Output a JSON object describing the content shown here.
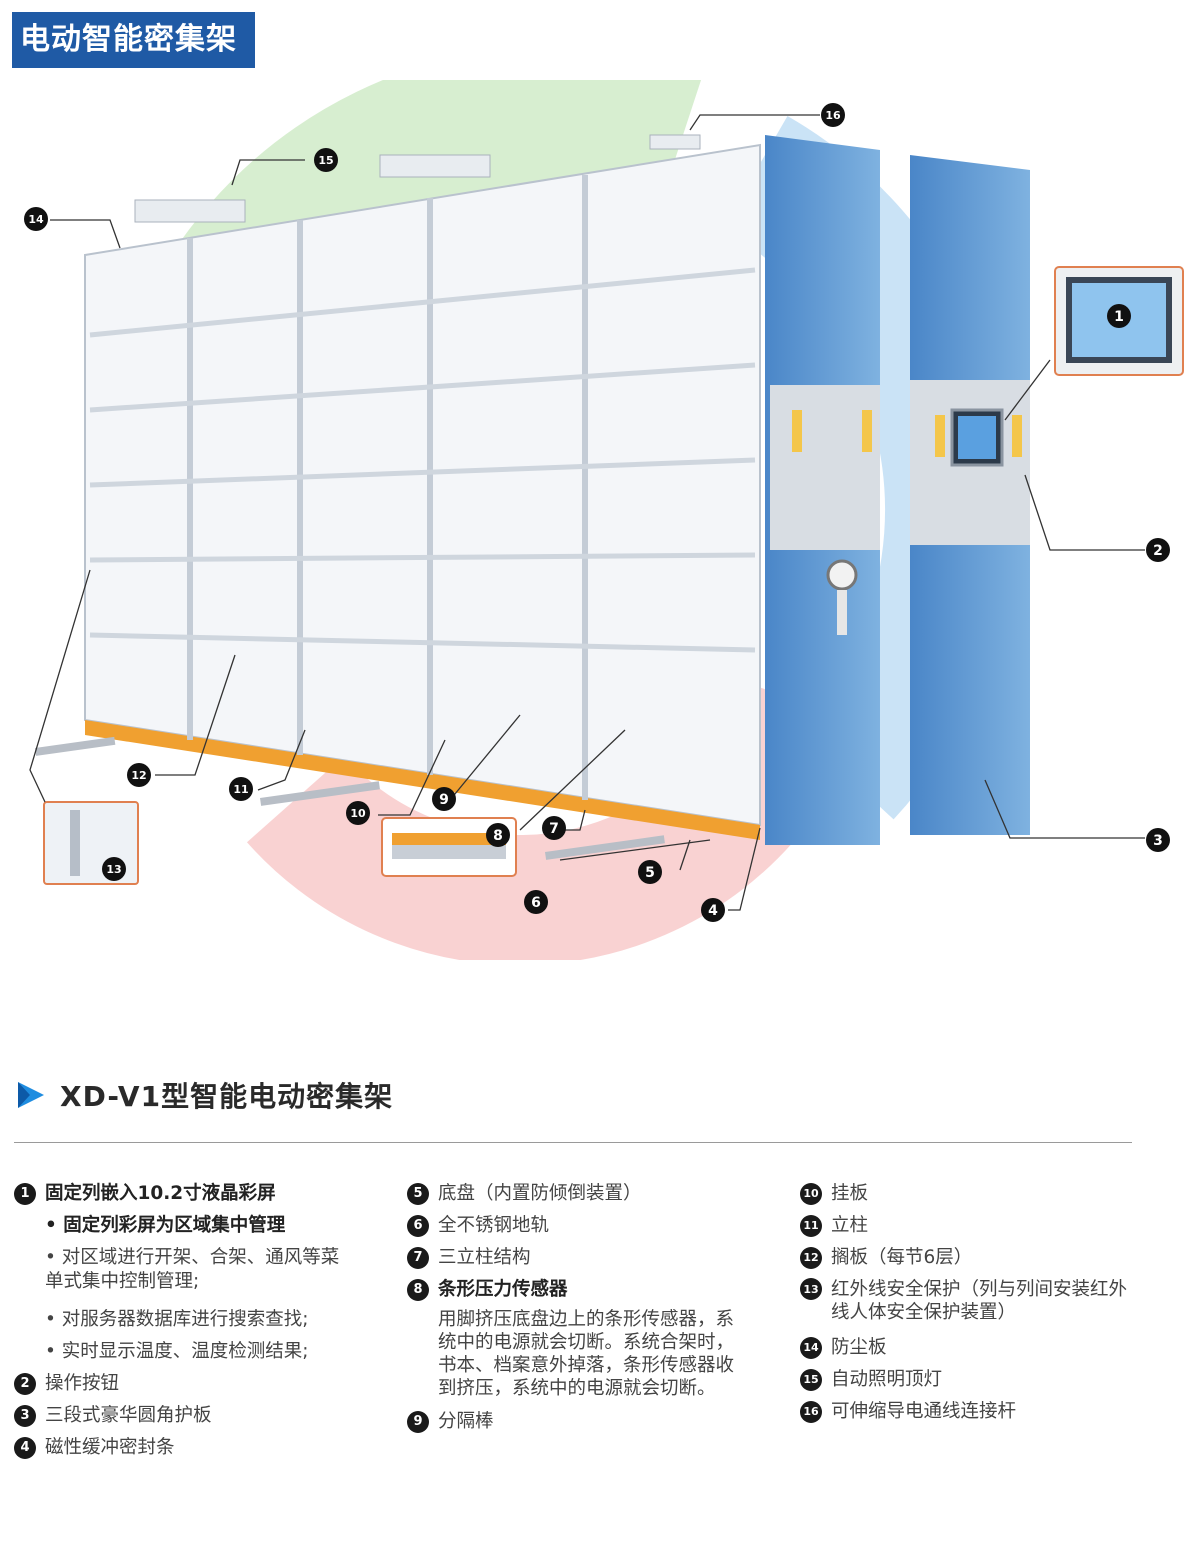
{
  "banner": {
    "title": "电动智能密集架"
  },
  "illustration": {
    "callouts": [
      "1",
      "2",
      "3",
      "4",
      "5",
      "6",
      "7",
      "8",
      "9",
      "10",
      "11",
      "12",
      "13",
      "14",
      "15",
      "16"
    ]
  },
  "section": {
    "title": "XD-V1型智能电动密集架"
  },
  "col1": {
    "i1": {
      "num": "1",
      "label": "固定列嵌入10.2寸液晶彩屏"
    },
    "i1_sub": "• 固定列彩屏为区域集中管理",
    "i1_b1": "• 对区域进行开架、合架、通风等菜单式集中控制管理;",
    "i1_b2": "• 对服务器数据库进行搜索查找;",
    "i1_b3": "• 实时显示温度、温度检测结果;",
    "i2": {
      "num": "2",
      "label": "操作按钮"
    },
    "i3": {
      "num": "3",
      "label": "三段式豪华圆角护板"
    },
    "i4": {
      "num": "4",
      "label": "磁性缓冲密封条"
    }
  },
  "col2": {
    "i5": {
      "num": "5",
      "label": "底盘（内置防倾倒装置）"
    },
    "i6": {
      "num": "6",
      "label": "全不锈钢地轨"
    },
    "i7": {
      "num": "7",
      "label": "三立柱结构"
    },
    "i8": {
      "num": "8",
      "label": "条形压力传感器"
    },
    "i8_desc": "用脚挤压底盘边上的条形传感器，系统中的电源就会切断。系统合架时，书本、档案意外掉落，条形传感器收到挤压，系统中的电源就会切断。",
    "i9": {
      "num": "9",
      "label": "分隔棒"
    }
  },
  "col3": {
    "i10": {
      "num": "10",
      "label": "挂板"
    },
    "i11": {
      "num": "11",
      "label": "立柱"
    },
    "i12": {
      "num": "12",
      "label": "搁板（每节6层）"
    },
    "i13": {
      "num": "13",
      "label": "红外线安全保护（列与列间安装红外线人体安全保护装置）"
    },
    "i14": {
      "num": "14",
      "label": "防尘板"
    },
    "i15": {
      "num": "15",
      "label": "自动照明顶灯"
    },
    "i16": {
      "num": "16",
      "label": "可伸缩导电通线连接杆"
    }
  },
  "colors": {
    "banner": "#1f5aa5",
    "panel_blue": "#5b9bd5",
    "accent_orange": "#f0a030",
    "arrow_blue": "#1f8de0"
  }
}
